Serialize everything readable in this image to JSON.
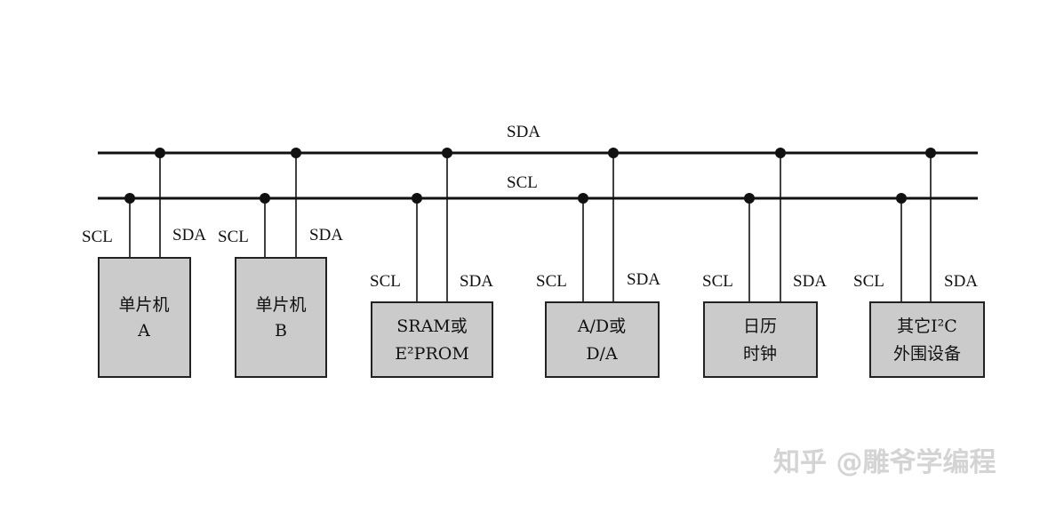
{
  "bus": {
    "sda_label": "SDA",
    "scl_label": "SCL"
  },
  "devices": [
    {
      "scl_label": "SCL",
      "sda_label": "SDA",
      "lines": [
        "单片机",
        "A"
      ]
    },
    {
      "scl_label": "SCL",
      "sda_label": "SDA",
      "lines": [
        "单片机",
        "B"
      ]
    },
    {
      "scl_label": "SCL",
      "sda_label": "SDA",
      "lines": [
        "SRAM或",
        "E²PROM"
      ]
    },
    {
      "scl_label": "SCL",
      "sda_label": "SDA",
      "lines": [
        "A/D或",
        "D/A"
      ]
    },
    {
      "scl_label": "SCL",
      "sda_label": "SDA",
      "lines": [
        "日历",
        "时钟"
      ]
    },
    {
      "scl_label": "SCL",
      "sda_label": "SDA",
      "lines": [
        "其它I²C",
        "外围设备"
      ]
    }
  ],
  "watermark": "知乎 @雕爷学编程"
}
